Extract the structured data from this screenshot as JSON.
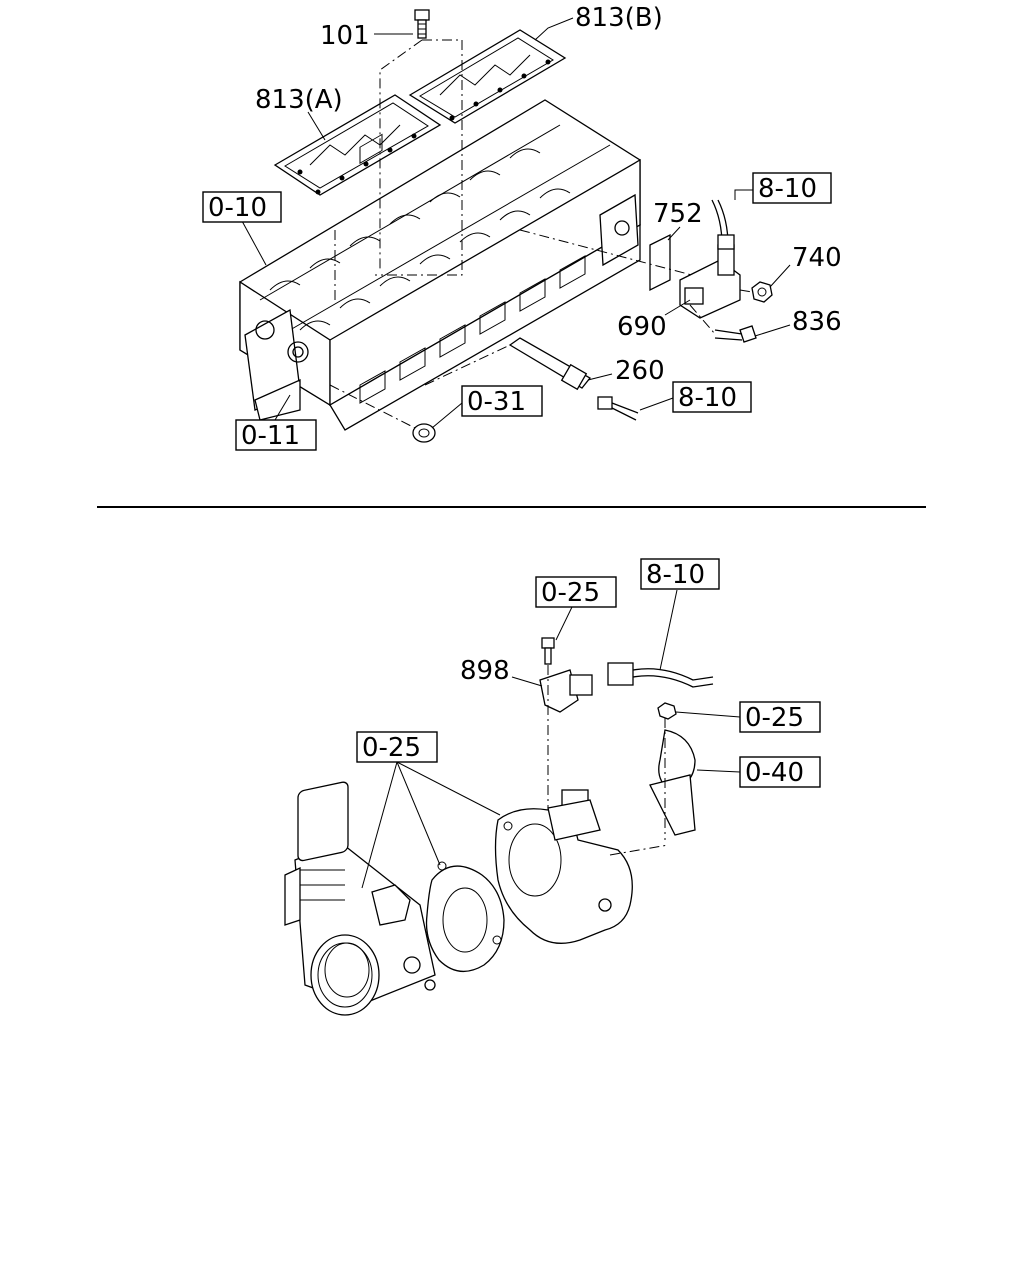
{
  "top_section": {
    "labels": {
      "p101": "101",
      "p813b": "813(B)",
      "p813a": "813(A)",
      "p0_10": "0-10",
      "p8_10_upper": "8-10",
      "p752": "752",
      "p740": "740",
      "p690": "690",
      "p836": "836",
      "p260": "260",
      "p8_10_lower": "8-10",
      "p0_31": "0-31",
      "p0_11": "0-11"
    }
  },
  "bottom_section": {
    "labels": {
      "p8_10": "8-10",
      "p0_25_top": "0-25",
      "p898": "898",
      "p0_25_right": "0-25",
      "p0_40": "0-40",
      "p0_25_left": "0-25"
    }
  }
}
